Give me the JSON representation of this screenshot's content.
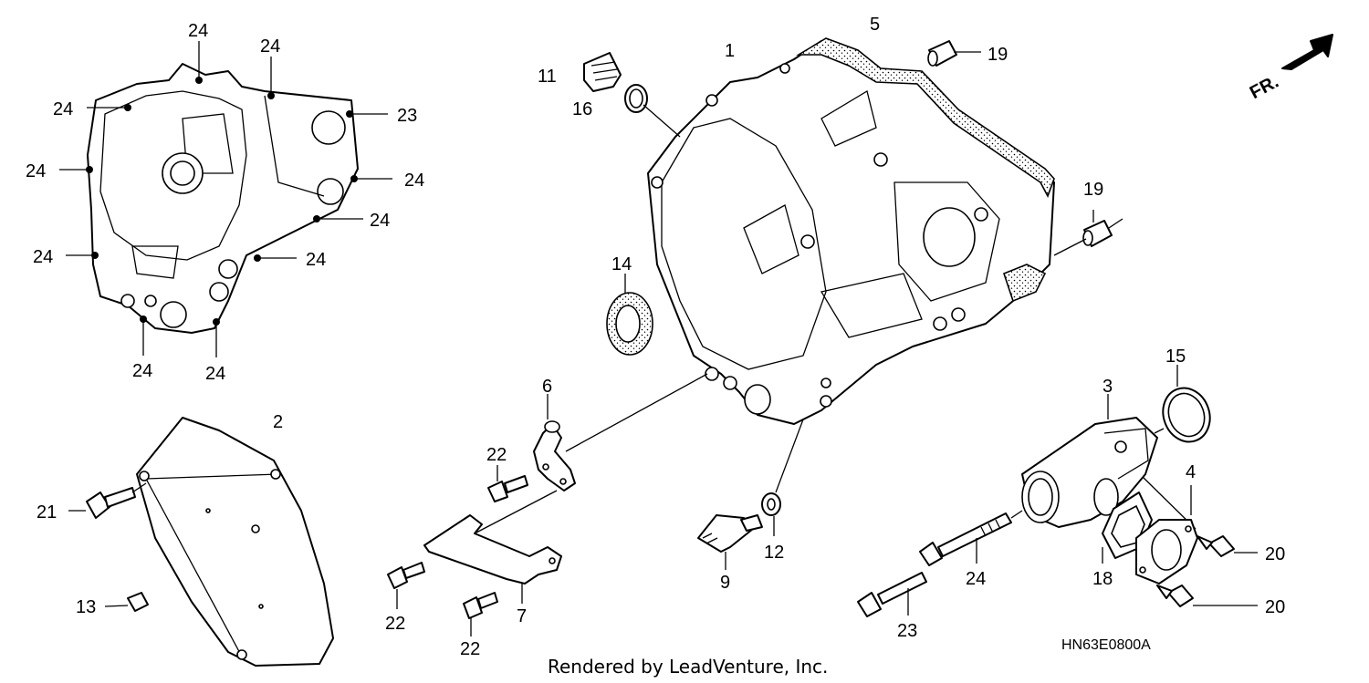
{
  "callouts": [
    {
      "id": "c1",
      "text": "1"
    },
    {
      "id": "c2",
      "text": "2"
    },
    {
      "id": "c3",
      "text": "3"
    },
    {
      "id": "c4",
      "text": "4"
    },
    {
      "id": "c5",
      "text": "5"
    },
    {
      "id": "c6",
      "text": "6"
    },
    {
      "id": "c7",
      "text": "7"
    },
    {
      "id": "c9",
      "text": "9"
    },
    {
      "id": "c11",
      "text": "11"
    },
    {
      "id": "c12",
      "text": "12"
    },
    {
      "id": "c13",
      "text": "13"
    },
    {
      "id": "c14",
      "text": "14"
    },
    {
      "id": "c15",
      "text": "15"
    },
    {
      "id": "c16",
      "text": "16"
    },
    {
      "id": "c18",
      "text": "18"
    },
    {
      "id": "c19a",
      "text": "19"
    },
    {
      "id": "c19b",
      "text": "19"
    },
    {
      "id": "c20a",
      "text": "20"
    },
    {
      "id": "c20b",
      "text": "20"
    },
    {
      "id": "c21",
      "text": "21"
    },
    {
      "id": "c22a",
      "text": "22"
    },
    {
      "id": "c22b",
      "text": "22"
    },
    {
      "id": "c22c",
      "text": "22"
    },
    {
      "id": "c23a",
      "text": "23"
    },
    {
      "id": "c23b",
      "text": "23"
    },
    {
      "id": "c24a",
      "text": "24"
    },
    {
      "id": "c24b",
      "text": "24"
    },
    {
      "id": "c24c",
      "text": "24"
    },
    {
      "id": "c24d",
      "text": "24"
    },
    {
      "id": "c24e",
      "text": "24"
    },
    {
      "id": "c24f",
      "text": "24"
    },
    {
      "id": "c24g",
      "text": "24"
    },
    {
      "id": "c24h",
      "text": "24"
    },
    {
      "id": "c24i",
      "text": "24"
    },
    {
      "id": "c24j",
      "text": "24"
    },
    {
      "id": "c24k",
      "text": "24"
    }
  ],
  "direction_label": "FR.",
  "diagram_code": "HN63E0800A",
  "footer": "Rendered by LeadVenture, Inc."
}
